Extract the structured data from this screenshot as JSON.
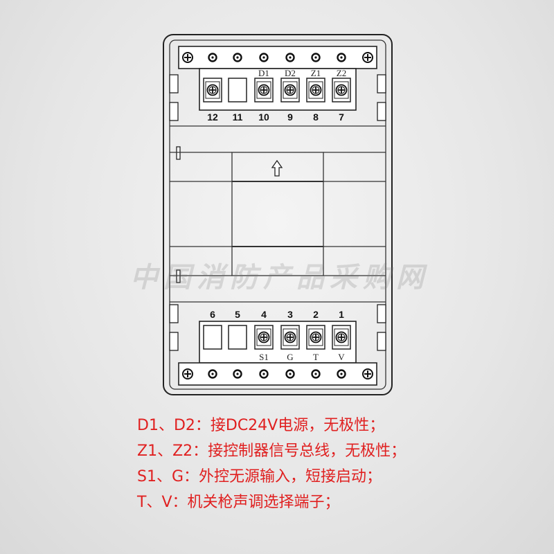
{
  "top_terminals": {
    "numbers": [
      "12",
      "11",
      "10",
      "9",
      "8",
      "7"
    ],
    "labels": [
      "",
      "",
      "D1",
      "D2",
      "Z1",
      "Z2"
    ],
    "screw": [
      true,
      false,
      true,
      true,
      true,
      true
    ]
  },
  "bottom_terminals": {
    "numbers": [
      "6",
      "5",
      "4",
      "3",
      "2",
      "1"
    ],
    "labels": [
      "",
      "",
      "S1",
      "G",
      "T",
      "V"
    ],
    "screw": [
      false,
      false,
      true,
      true,
      true,
      true
    ]
  },
  "watermark": "中国消防产品采购网",
  "notes": [
    "D1、D2：接DC24V电源，无极性；",
    "Z1、Z2：接控制器信号总线，无极性；",
    "S1、G：外控无源输入，短接启动；",
    "T、V：机关枪声调选择端子；"
  ],
  "colors": {
    "note_text": "#e02020",
    "line": "#222222"
  }
}
